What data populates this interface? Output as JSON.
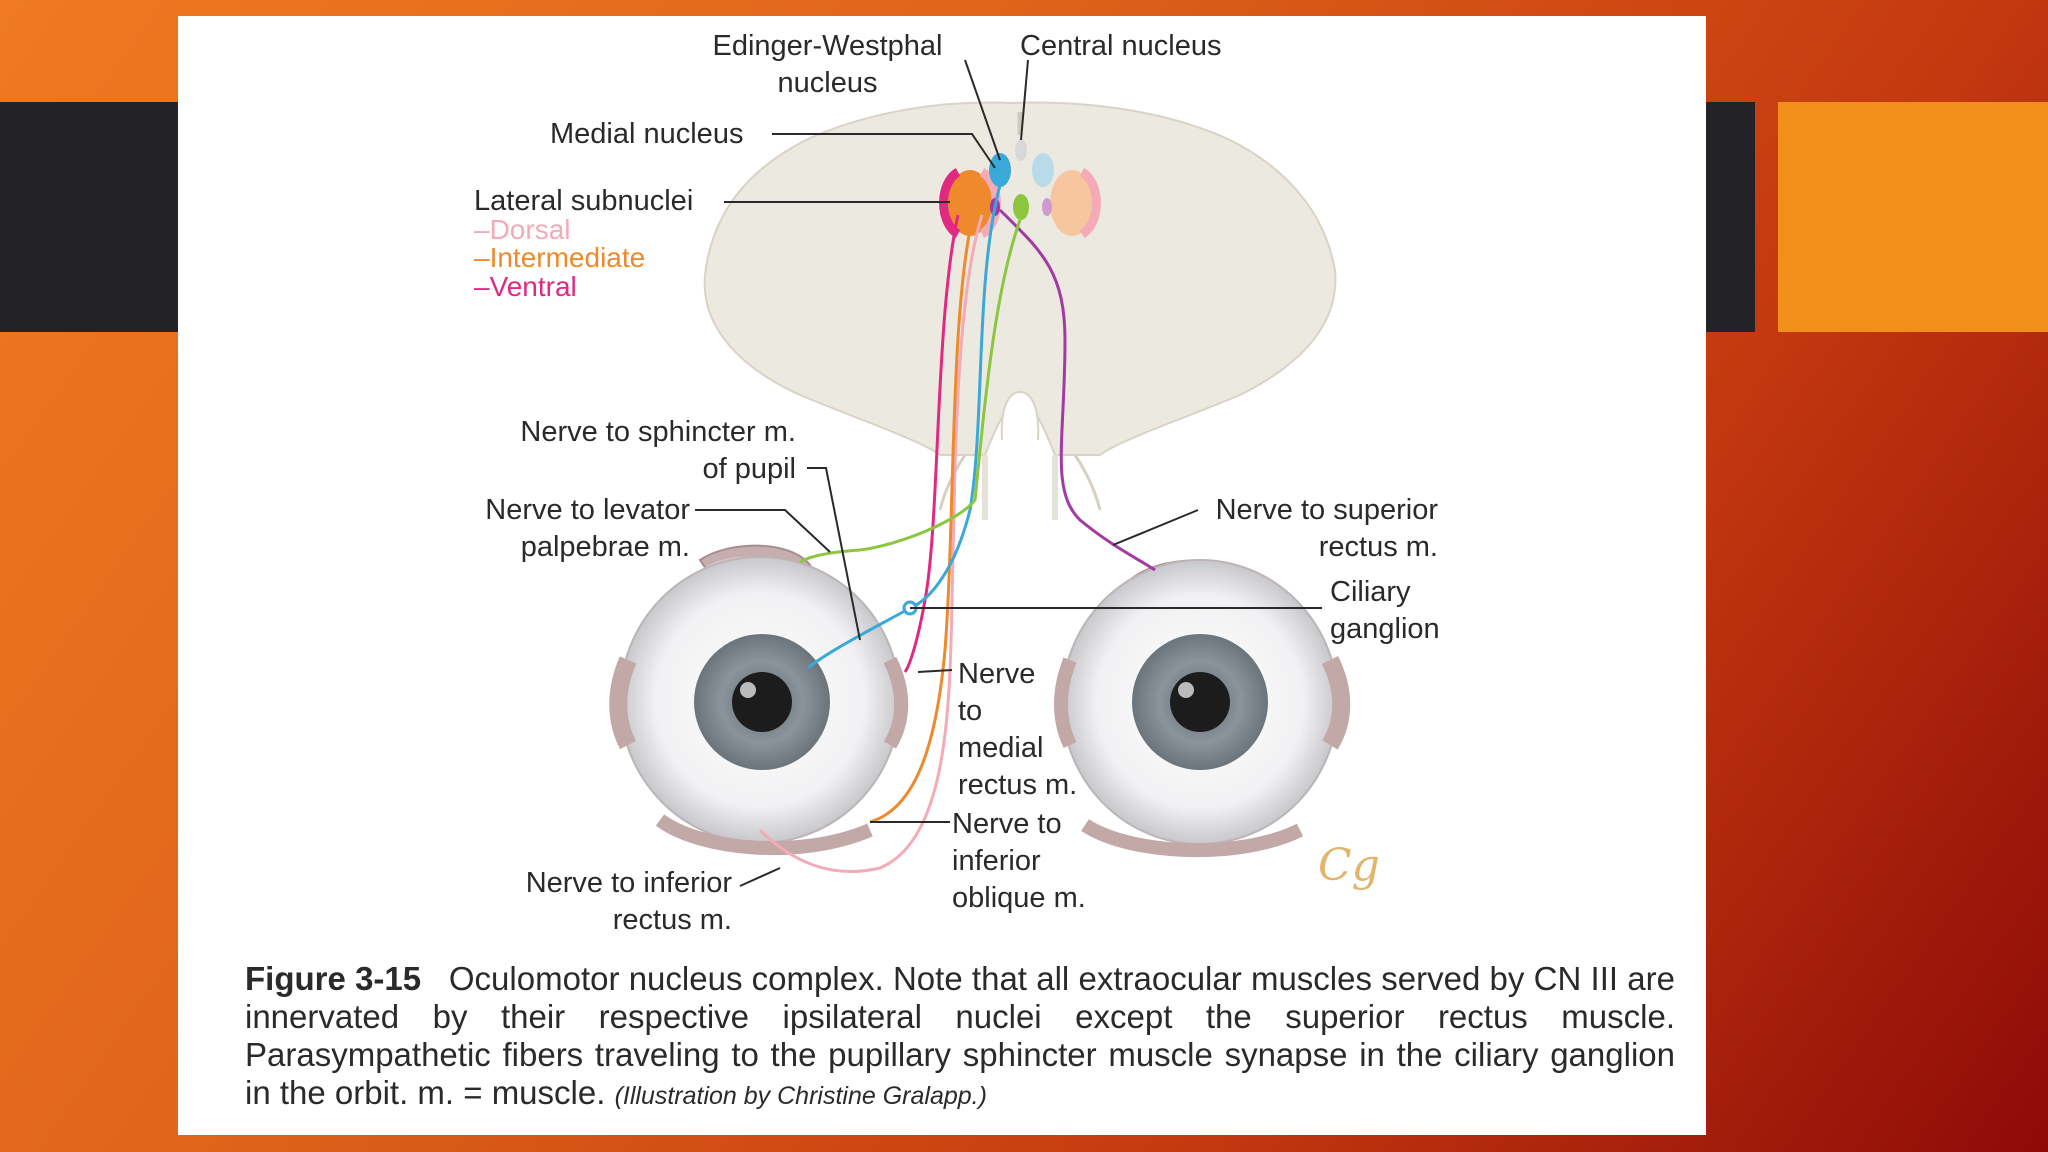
{
  "colors": {
    "band": "#232327",
    "accent": "#f0901a",
    "dorsal": "#f4aab7",
    "intermediate": "#ee8a2c",
    "ventral": "#e02a82",
    "medial_nucleus": "#3aa8d8",
    "edinger_westphal": "#8cc63f",
    "central_nucleus": "#d8d8d8"
  },
  "labels": {
    "edinger_westphal": "Edinger-Westphal\nnucleus",
    "central_nucleus": "Central nucleus",
    "medial_nucleus": "Medial nucleus",
    "lateral_subnuclei": "Lateral subnuclei",
    "dorsal": "–Dorsal",
    "intermediate": "–Intermediate",
    "ventral": "–Ventral",
    "sphincter": "Nerve to sphincter m.\nof pupil",
    "levator": "Nerve to levator\npalpebrae m.",
    "superior_rectus": "Nerve to superior\nrectus m.",
    "ciliary": "Ciliary\nganglion",
    "medial_rectus": "Nerve\nto\nmedial\nrectus m.",
    "inferior_oblique": "Nerve to\ninferior\noblique m.",
    "inferior_rectus": "Nerve to inferior\nrectus m."
  },
  "caption": {
    "figure": "Figure 3-15",
    "text": "Oculomotor nucleus complex. Note that all extraocular muscles served by CN III are innervated by their respective ipsilateral nuclei except the superior rectus muscle. Parasympathetic fibers traveling to the pupillary sphincter muscle synapse in the ciliary ganglion in the orbit. m. = muscle.",
    "credit": "(Illustration by Christine Gralapp.)"
  },
  "signature": "Cg"
}
